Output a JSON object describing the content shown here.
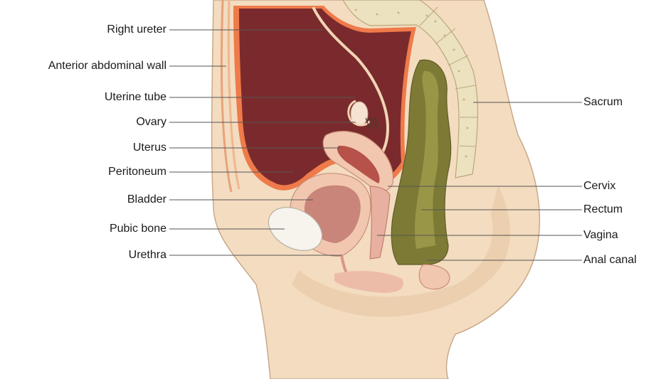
{
  "labels_left": [
    "Right ureter",
    "Anterior abdominal wall",
    "Uterine tube",
    "Ovary",
    "Uterus",
    "Peritoneum",
    "Bladder",
    "Pubic bone",
    "Urethra"
  ],
  "labels_right": [
    "Sacrum",
    "Cervix",
    "Rectum",
    "Vagina",
    "Anal canal"
  ],
  "colors": {
    "skin": "#f3dcc0",
    "peritoneal_cavity": "#7a2a2c",
    "peritoneum_edge": "#ef7a4a",
    "uterus": "#f2c7b0",
    "rectum": "#7d7a35",
    "bone": "#ece2bf",
    "bladder": "#c9857a",
    "pubic_bone": "#f7f4ee",
    "leader_line": "#555555"
  }
}
